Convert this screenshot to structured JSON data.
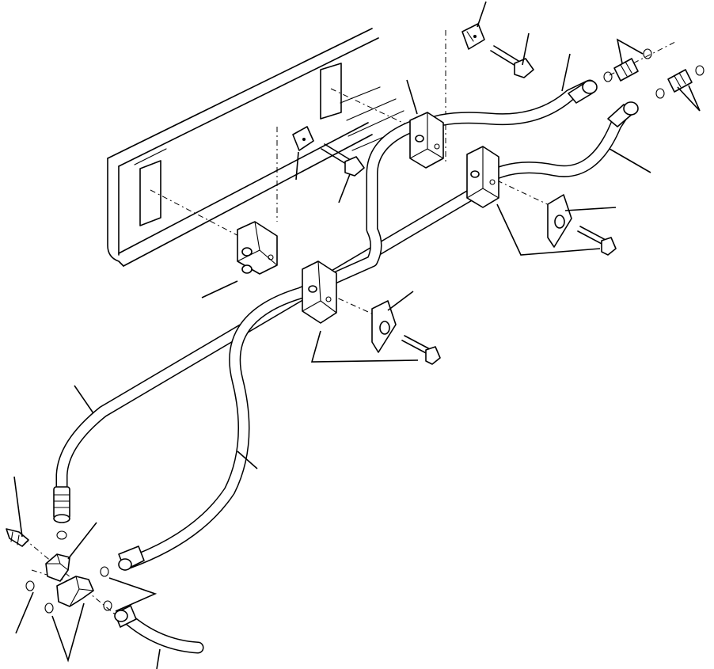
{
  "figure": {
    "type": "exploded parts diagram",
    "style": "black line art on white background",
    "labels": []
  },
  "parts": {
    "frame_rail": "frame-rail",
    "hoses": [
      "upper-rear-hose",
      "lower-cross-hose",
      "front-long-hose",
      "lower-front-hose",
      "bottom-stub-hose"
    ],
    "clamp_blocks": 4,
    "clamp_plates": 2,
    "bolts": 4,
    "retainer_clips": 2,
    "fittings": [
      "straight-connector",
      "elbow-fitting",
      "tee-fitting",
      "nipple-fitting"
    ],
    "o_rings": 10
  }
}
